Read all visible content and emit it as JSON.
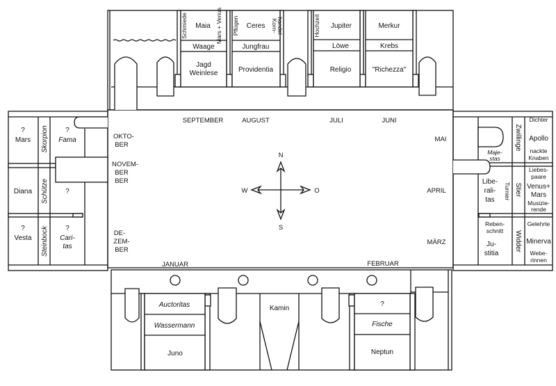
{
  "top_wing": {
    "panels": [
      {
        "side_left": "Schmiede",
        "deity": "Maia",
        "side_right": "Mars + Venus",
        "zodiac": "Waage",
        "virtue_line1": "Jagd",
        "virtue_line2": "Weinlese"
      },
      {
        "side_left": "Pflügen",
        "deity": "Ceres",
        "side_right_line1": "Korn-",
        "side_right_line2": "handel",
        "zodiac": "Jungfrau",
        "virtue": "Providentia"
      },
      {
        "side_left": "Hochzeit",
        "deity": "Jupiter",
        "zodiac": "Löwe",
        "virtue": "Religio"
      },
      {
        "deity": "Merkur",
        "zodiac": "Krebs",
        "virtue": "\"Richezza\""
      }
    ]
  },
  "months": {
    "september": "SEPTEMBER",
    "august": "AUGUST",
    "juli": "JULI",
    "juni": "JUNI",
    "oktober": [
      "OKTO-",
      "BER"
    ],
    "november": [
      "NOVEM-",
      "BER"
    ],
    "dezember": [
      "DE-",
      "ZEM-",
      "BER"
    ],
    "januar": "JANUAR",
    "februar": "FEBRUAR",
    "mai": "MAI",
    "april": "APRIL",
    "maerz": "MÄRZ"
  },
  "compass": {
    "n": "N",
    "s": "S",
    "w": "W",
    "o": "O"
  },
  "left_wing": {
    "rows": [
      {
        "q1": "?",
        "deity": "Mars",
        "zodiac": "Skorpion",
        "q2": "?",
        "virtue": "Fama"
      },
      {
        "deity": "Diana",
        "zodiac": "Schütze",
        "q2": "?"
      },
      {
        "q1": "?",
        "deity": "Vesta",
        "zodiac": "Steinbock",
        "q2": "?",
        "virtue": [
          "Cari-",
          "tas"
        ]
      }
    ]
  },
  "right_wing": {
    "rows": [
      {
        "virtue": [
          "Maje-",
          "stas"
        ],
        "zodiac": "Zwillinge",
        "top": "Dichter",
        "deity": "Apollo",
        "bottom": [
          "nackte",
          "Knaben"
        ]
      },
      {
        "virtue": [
          "Libe-",
          "rali-",
          "tas"
        ],
        "side": "Turnier",
        "zodiac": "Stier",
        "top": [
          "Liebes-",
          "paare"
        ],
        "deity": [
          "Venus+",
          "Mars"
        ],
        "bottom": [
          "Musizie-",
          "rende"
        ]
      },
      {
        "top_virtue": [
          "Reben-",
          "schnitt"
        ],
        "virtue": [
          "Ju-",
          "stitia"
        ],
        "zodiac": "Widder",
        "top": "Gelehrte",
        "deity": "Minerva",
        "bottom": [
          "Webe-",
          "rinnen"
        ]
      }
    ]
  },
  "bottom_wing": {
    "left_panel": {
      "virtue": "Auctoritas",
      "zodiac": "Wassermann",
      "deity": "Juno"
    },
    "fireplace": "Kamin",
    "right_panel": {
      "virtue": "?",
      "zodiac": "Fische",
      "deity": "Neptun"
    }
  }
}
